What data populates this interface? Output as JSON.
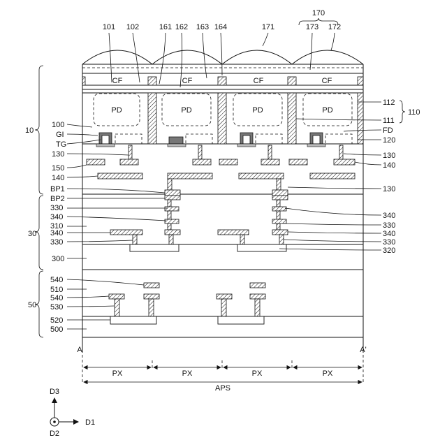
{
  "labels": {
    "n170": "170",
    "n101": "101",
    "n102": "102",
    "n161": "161",
    "n162": "162",
    "n163": "163",
    "n164": "164",
    "n171": "171",
    "n173": "173",
    "n172": "172",
    "cf": "CF",
    "pd": "PD",
    "n112": "112",
    "n111": "111",
    "n110": "110",
    "fd": "FD",
    "n120": "120",
    "n10": "10",
    "n100": "100",
    "gi": "GI",
    "tg": "TG",
    "n130": "130",
    "n150": "150",
    "n140": "140",
    "bp1": "BP1",
    "bp2": "BP2",
    "n330": "330",
    "n340": "340",
    "n310": "310",
    "n30": "30",
    "n300": "300",
    "n320": "320",
    "n50": "50",
    "n540": "540",
    "n510": "510",
    "n530": "530",
    "n520": "520",
    "n500": "500",
    "a": "A",
    "a_prime": "A'",
    "px": "PX",
    "aps": "APS",
    "d1": "D1",
    "d2": "D2",
    "d3": "D3"
  }
}
